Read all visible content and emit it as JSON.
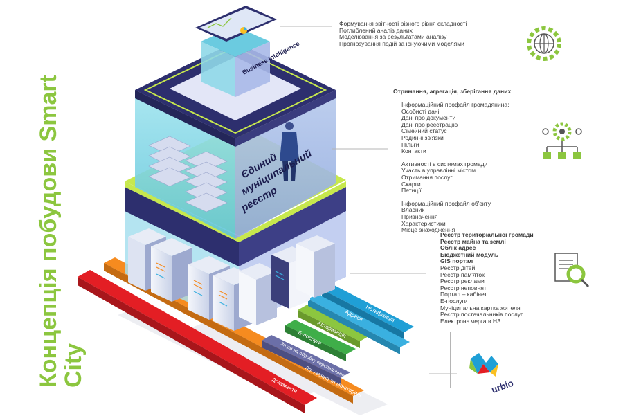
{
  "title": {
    "line1": "Концепція побудови Smart",
    "line2": "City"
  },
  "building": {
    "top_label": "Business Intelligence",
    "middle_label": [
      "Єдиний",
      "муніципальний",
      "реєстр"
    ]
  },
  "strips": [
    {
      "label": "Нотифікація",
      "color": "#1f9fd6"
    },
    {
      "label": "Адреси",
      "color": "#3ab0e0"
    },
    {
      "label": "Авторизація",
      "color": "#8cc63f"
    },
    {
      "label": "Е-послуги",
      "color": "#3fae49"
    },
    {
      "label": "Згоди на обробку персональних даних",
      "color": "#6b6fa8"
    },
    {
      "label": "Логування та моніторинг",
      "color": "#f68b1f"
    },
    {
      "label": "Документи",
      "color": "#e31e24"
    }
  ],
  "bi_list": [
    "Формування звітності різного рівня складності",
    "Поглиблений аналіз даних",
    "Моделювання за результатами аналізу",
    "Прогнозування подій за існуючими моделями"
  ],
  "registry": {
    "heading": "Отримання, агрегація, зберігання даних",
    "groups": [
      {
        "title": "Інформаційний профайл громадянина:",
        "items": [
          "Особисті дані",
          "Дані про документи",
          "Дані про реєстрацію",
          "Сімейний статус",
          "Родинні зв'язки",
          "Пільги",
          "Контакти"
        ]
      },
      {
        "title": "Активності в системах громади",
        "items": [
          "Участь в управлінні містом",
          "Отримання послуг",
          "Скарги",
          "Петиції"
        ]
      },
      {
        "title": "Інформаційний профайл об'єкту",
        "items": [
          "Власник",
          "Призначення",
          "Характеристики",
          "Місце знаходження"
        ]
      }
    ]
  },
  "registers": {
    "bold_items": [
      "Реєстр територіальної громади",
      "Реєстр майна та землі",
      "Облік адрес",
      "Бюджетний модуль",
      "GIS портал"
    ],
    "items": [
      "Реєстр дітей",
      "Реєстр пам'яток",
      "Реєстр реклами",
      "Реєстр неповнят",
      "Портал – кабінет",
      "Е-послуги",
      "Муніципальна картка жителя",
      "Реєстр постачальників послуг",
      "Електрона черга в НЗ"
    ]
  },
  "logo": {
    "text": "urbio"
  },
  "icons": [
    "gear-globe-icon",
    "gear-network-icon",
    "document-magnifier-icon"
  ],
  "colors": {
    "green": "#8cc63f",
    "navy": "#2d2f6e",
    "glass": "#7fd3e6",
    "purple": "#6b6fa8"
  }
}
